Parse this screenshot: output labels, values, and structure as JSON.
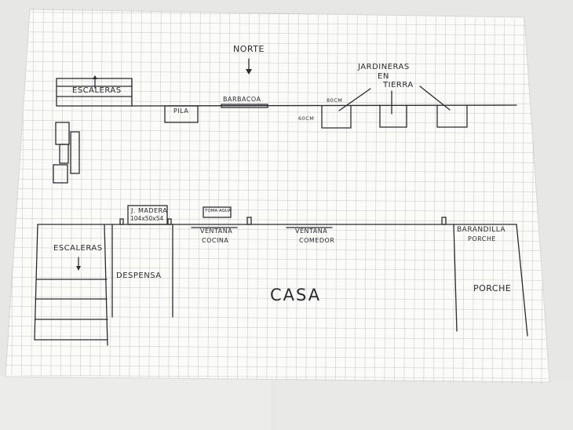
{
  "labels": {
    "norte": "NORTE",
    "escaleras_top": "ESCALERAS",
    "pila": "PILA",
    "barbacoa": "BARBACOA",
    "jardineras_1": "JARDINERAS",
    "jardineras_2": "EN",
    "jardineras_3": "TIERRA",
    "dim_80cm": "80CM",
    "dim_60cm": "60CM",
    "j_madera_1": "J. MADERA",
    "j_madera_2": "104x50x54",
    "toma_agua": "TOMA AGUA",
    "ventana_cocina_1": "VENTANA",
    "ventana_cocina_2": "COCINA",
    "ventana_comedor_1": "VENTANA",
    "ventana_comedor_2": "COMEDOR",
    "barandilla_1": "BARANDILLA",
    "barandilla_2": "PORCHE",
    "escaleras_left": "ESCALERAS",
    "despensa": "DESPENSA",
    "casa": "CASA",
    "porche": "PORCHE"
  },
  "colors": {
    "paper": "#fbfbf8",
    "grid": "#b4b6bc",
    "ink": "#2b2b33",
    "background": "#e7e8e6"
  }
}
